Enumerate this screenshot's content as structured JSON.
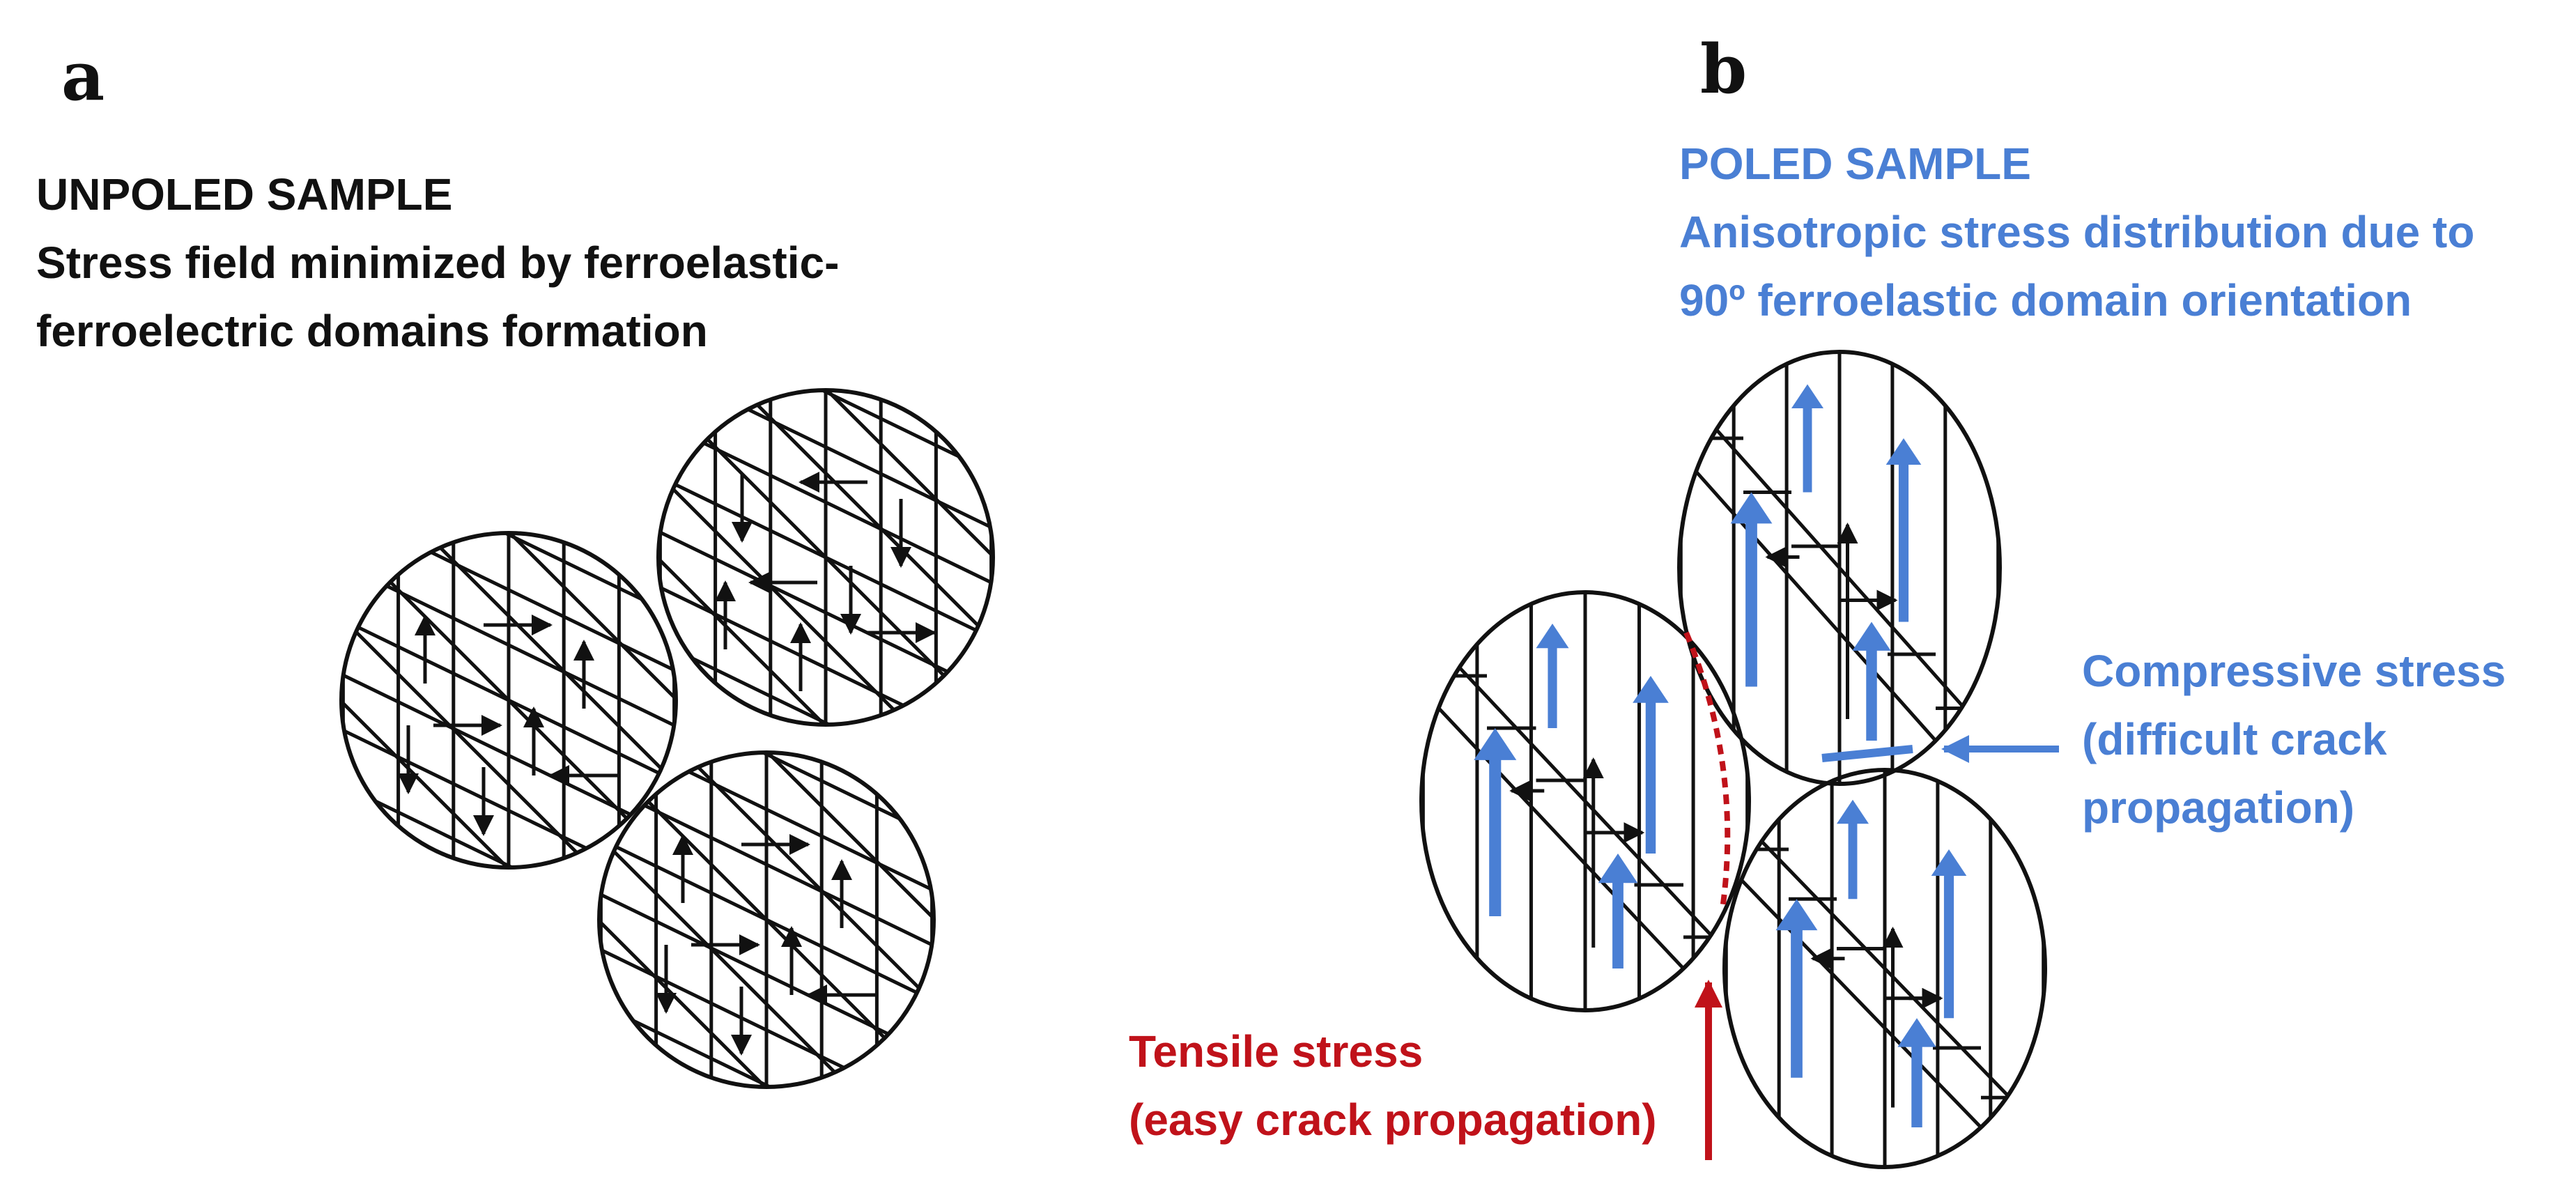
{
  "panel_a": {
    "letter": "a",
    "title": "UNPOLED SAMPLE",
    "caption_line1": "Stress field minimized by ferroelastic-",
    "caption_line2": "ferroelectric domains formation"
  },
  "panel_b": {
    "letter": "b",
    "title": "POLED SAMPLE",
    "caption_line1": "Anisotropic stress distribution due to",
    "caption_line2": "90º ferroelastic domain orientation",
    "compressive_line1": "Compressive stress",
    "compressive_line2": "(difficult crack",
    "compressive_line3": "propagation)",
    "tensile_line1": "Tensile stress",
    "tensile_line2": "(easy crack propagation)"
  },
  "colors": {
    "text": "#111111",
    "blue": "#4a7fd4",
    "red": "#c0121a"
  }
}
